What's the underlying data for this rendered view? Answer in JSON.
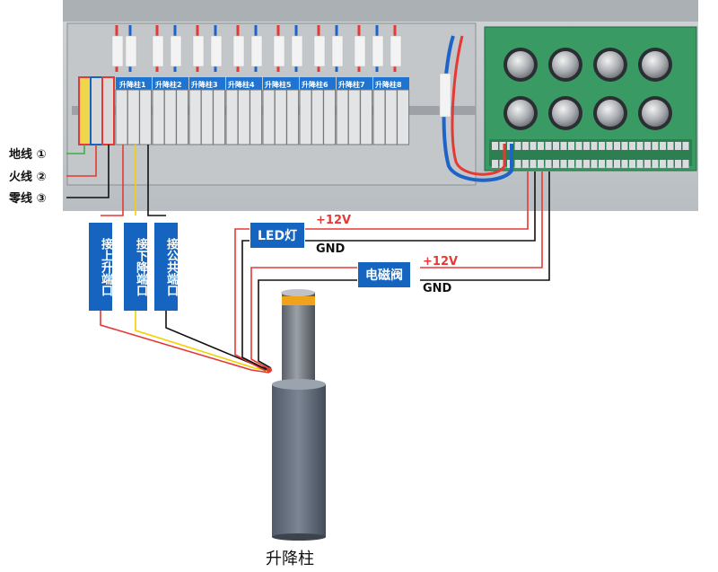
{
  "ground_lines": [
    {
      "label": "地线 ①"
    },
    {
      "label": "火线 ②"
    },
    {
      "label": "零线 ③"
    }
  ],
  "modules": [
    "升降柱1",
    "升降柱2",
    "升降柱3",
    "升降柱4",
    "升降柱5",
    "升降柱6",
    "升降柱7",
    "升降柱8"
  ],
  "ports": [
    {
      "label": "接上升端口"
    },
    {
      "label": "接下降端口"
    },
    {
      "label": "接公共端口"
    }
  ],
  "led": {
    "label": "LED灯",
    "plus": "+12V",
    "gnd": "GND"
  },
  "solenoid": {
    "label": "电磁阀",
    "plus": "+12V",
    "gnd": "GND"
  },
  "caption": "升降柱",
  "colors": {
    "label_blue": "#1565c0",
    "wire_red": "#e53935",
    "wire_yellow": "#f5d000",
    "wire_black": "#111111",
    "board_green": "#2e8b57"
  }
}
